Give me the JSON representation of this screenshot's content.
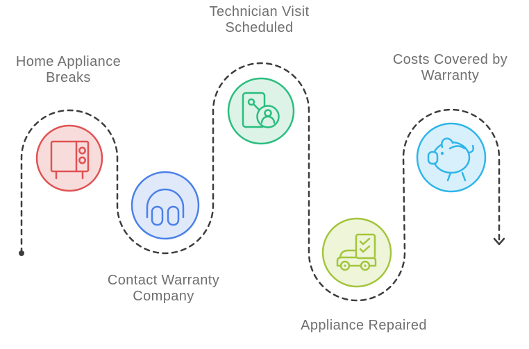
{
  "diagram": {
    "background_color": "#ffffff",
    "path_color": "#3d3d3d",
    "text_color": "#6f6f6f"
  },
  "steps": [
    {
      "id": "home-appliance-breaks",
      "label": "Home Appliance Breaks",
      "icon": "microwave-icon",
      "color": "#e05252",
      "fill": "#f8dcdc"
    },
    {
      "id": "contact-warranty-company",
      "label": "Contact Warranty Company",
      "icon": "headphones-icon",
      "color": "#4b80e8",
      "fill": "#dfe9fa"
    },
    {
      "id": "technician-visit-scheduled",
      "label": "Technician Visit Scheduled",
      "icon": "technician-id-badge-icon",
      "color": "#2abd7f",
      "fill": "#ddf3e7"
    },
    {
      "id": "appliance-repaired",
      "label": "Appliance Repaired",
      "icon": "car-checklist-icon",
      "color": "#a3c53c",
      "fill": "#eef5d9"
    },
    {
      "id": "costs-covered-by-warranty",
      "label": "Costs Covered by Warranty",
      "icon": "piggy-bank-icon",
      "color": "#2fb5ea",
      "fill": "#d8f0fb"
    }
  ]
}
